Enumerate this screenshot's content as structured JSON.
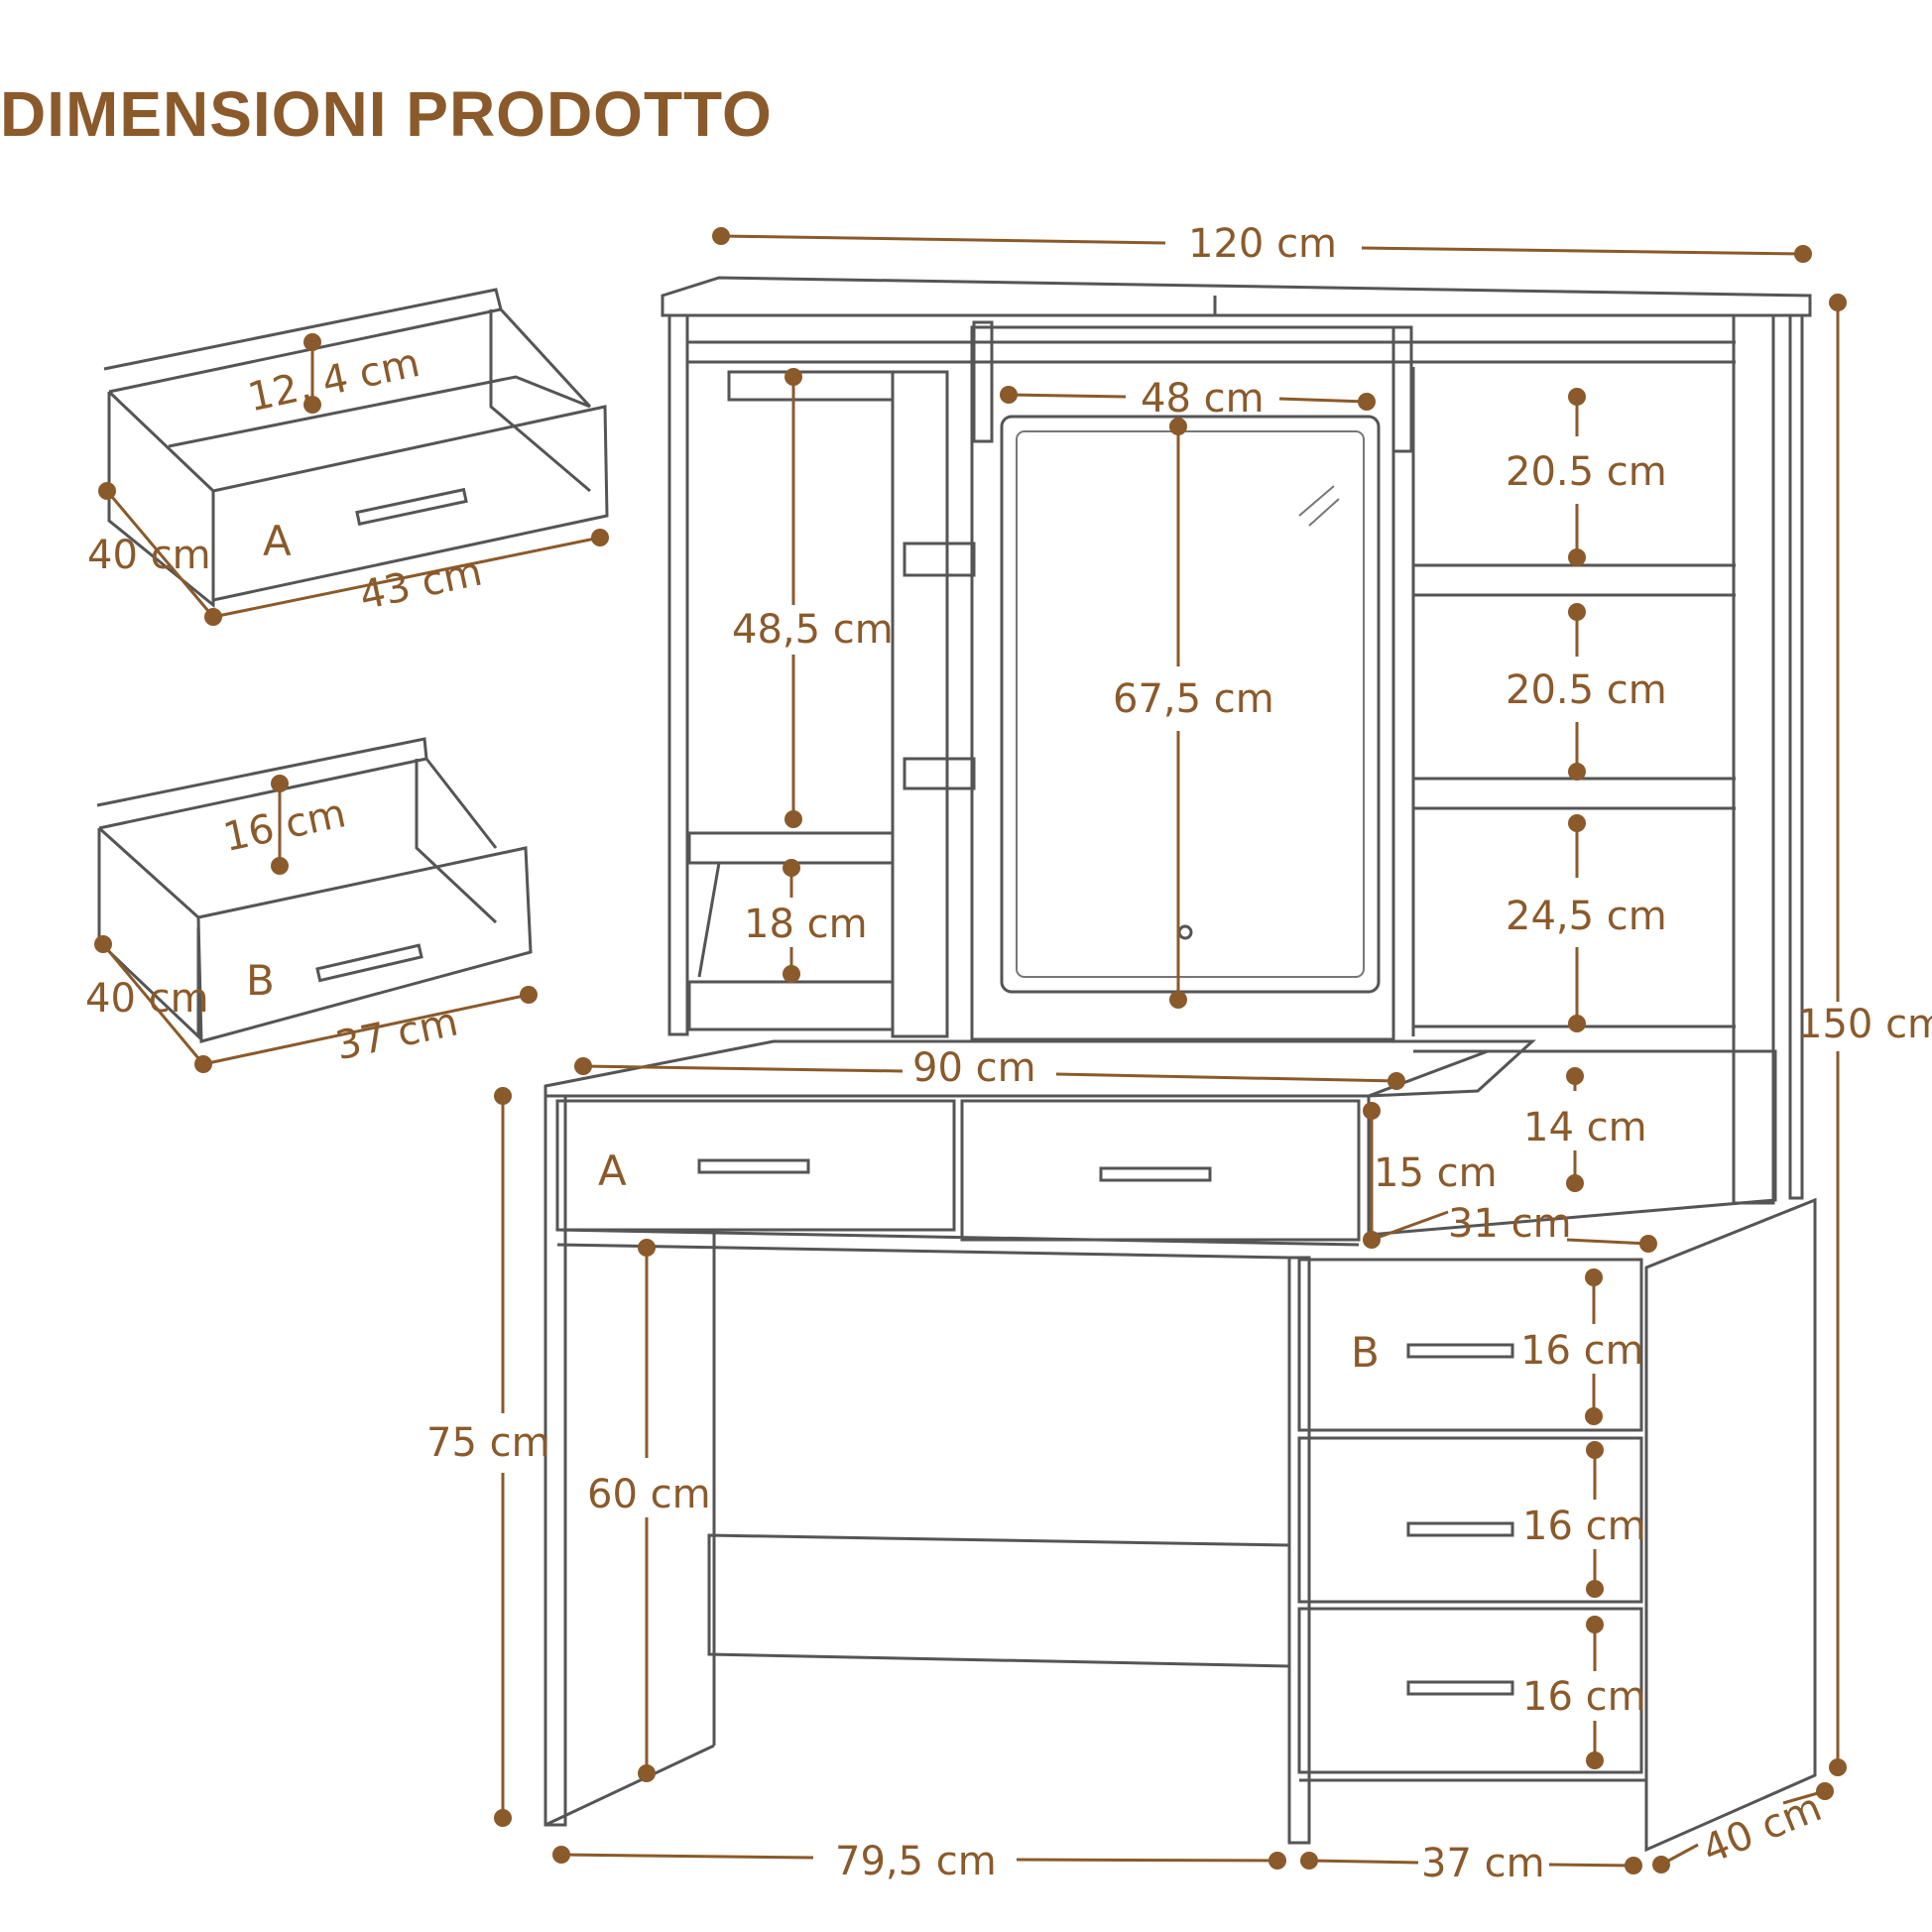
{
  "title": "DIMENSIONI PRODOTTO",
  "accent_color": "#8a5a2b",
  "line_color": "#555555",
  "drawer_a": {
    "letter": "A",
    "height": "12, 4 cm",
    "depth": "40 cm",
    "width": "43 cm"
  },
  "drawer_b": {
    "letter": "B",
    "height": "16 cm",
    "depth": "40 cm",
    "width": "37 cm"
  },
  "main": {
    "total_width": "120 cm",
    "total_height": "150 cm",
    "mirror_width": "48 cm",
    "mirror_height": "67,5 cm",
    "left_compartment_height": "48,5 cm",
    "left_lower_shelf": "18 cm",
    "right_shelf_1": "20.5 cm",
    "right_shelf_2": "20.5 cm",
    "right_shelf_3": "24,5 cm",
    "right_lower_space": "14 cm",
    "desktop_width": "90 cm",
    "drawer_front_height": "15 cm",
    "side_top_depth": "31 cm",
    "desk_height": "75 cm",
    "knee_height": "60 cm",
    "cabinet_drawer_1": "16 cm",
    "cabinet_drawer_2": "16 cm",
    "cabinet_drawer_3": "16 cm",
    "knee_width": "79,5 cm",
    "cabinet_width": "37 cm",
    "depth": "40 cm",
    "label_a": "A",
    "label_b": "B"
  }
}
